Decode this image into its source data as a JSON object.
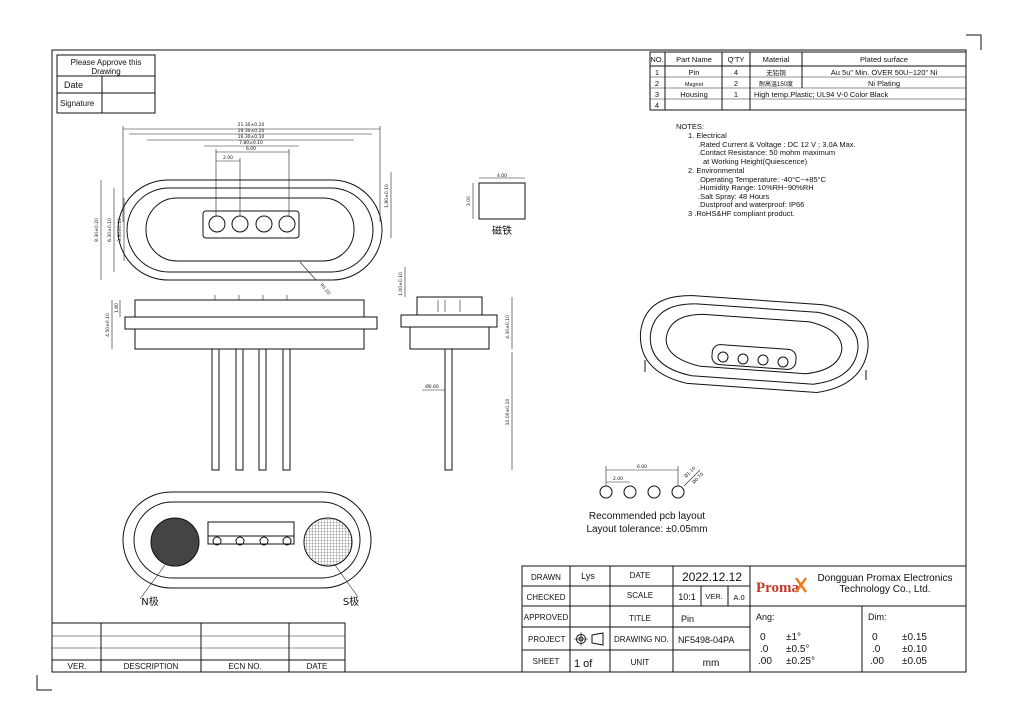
{
  "approval_box": {
    "title_line1": "Please Approve this",
    "title_line2": "Drawing",
    "date_label": "Date",
    "signature_label": "Signature"
  },
  "parts_table": {
    "headers": [
      "NO.",
      "Part Name",
      "Q'TY",
      "Material",
      "Plated surface"
    ],
    "rows": [
      [
        "1",
        "Pin",
        "4",
        "无铅铜",
        "Au 5u\" Min. OVER 50U~120\" Ni"
      ],
      [
        "2",
        "Magnet",
        "2",
        "耐高温150度",
        "Ni Plating"
      ],
      [
        "3",
        "Housing",
        "1",
        "High temp.Plastic; UL94 V-0 Color Black",
        ""
      ],
      [
        "4",
        "",
        "",
        "",
        ""
      ]
    ]
  },
  "notes": {
    "title": "NOTES:",
    "lines": [
      "1. Electrical",
      ".Rated Current & Voltage : DC 12 V ; 3.0A Max.",
      ".Contact Resistance: 50 mohm maximum",
      "at Working Height(Quiescence)",
      "2. Environmental",
      ".Operating Temperature: -40°C~+85°C",
      ".Humidity Range: 10%RH~90%RH",
      ".Salt Spray: 48 Hours",
      ".Dustproof and waterproof: IP66",
      "3 .RoHS&HF compliant product."
    ]
  },
  "dimensions": {
    "top_view": [
      "21.30±0.20",
      "19.30±0.20",
      "16.30±0.10",
      "7.80±0.10",
      "6.00",
      "2.00"
    ],
    "top_view_vertical": [
      "8.30±0.20",
      "6.30±0.10",
      "3.30±0.10",
      "1.80±0.10"
    ],
    "radius": "R1.20",
    "magnet_width": "4.00",
    "magnet_height": "3.00",
    "side_view": [
      "4.50±0.10",
      "1.80"
    ],
    "side_view_2": [
      "1.00±0.10",
      "4.30±0.10",
      "10.00±0.10",
      "Ø0.60"
    ],
    "pcb_layout": [
      "6.00",
      "2.00",
      "Ø1.10",
      "Ø0.70"
    ]
  },
  "labels": {
    "magnet": "磁铁",
    "n_pole": "N极",
    "s_pole": "S极",
    "pcb_layout_title": "Recommended pcb layout",
    "pcb_layout_tolerance": "Layout tolerance: ±0.05mm"
  },
  "title_block": {
    "drawn_label": "DRAWN",
    "drawn_value": "Lys",
    "date_label": "DATE",
    "date_value": "2022.12.12",
    "checked_label": "CHECKED",
    "scale_label": "SCALE",
    "scale_value": "10:1",
    "ver_label": "VER.",
    "ver_value": "A.0",
    "approved_label": "APPROVED",
    "title_label": "TITLE",
    "title_value": "Pin",
    "project_label": "PROJECT",
    "drawing_no_label": "DRAWING NO.",
    "drawing_no_value": "NF5498-04PA",
    "sheet_label": "SHEET",
    "sheet_value": "1 of",
    "unit_label": "UNIT",
    "unit_value": "mm",
    "logo_text": "Proma",
    "company_line1": "Dongguan Promax Electronics",
    "company_line2": "Technology Co., Ltd.",
    "ang_label": "Ang:",
    "ang_rows": [
      [
        "0",
        "±1°"
      ],
      [
        ".0",
        "±0.5°"
      ],
      [
        ".00",
        "±0.25°"
      ]
    ],
    "dim_label": "Dim:",
    "dim_rows": [
      [
        "0",
        "±0.15"
      ],
      [
        ".0",
        "±0.10"
      ],
      [
        ".00",
        "±0.05"
      ]
    ]
  },
  "revision_table": {
    "headers": [
      "VER.",
      "DESCRIPTION",
      "ECN NO.",
      "DATE"
    ]
  }
}
